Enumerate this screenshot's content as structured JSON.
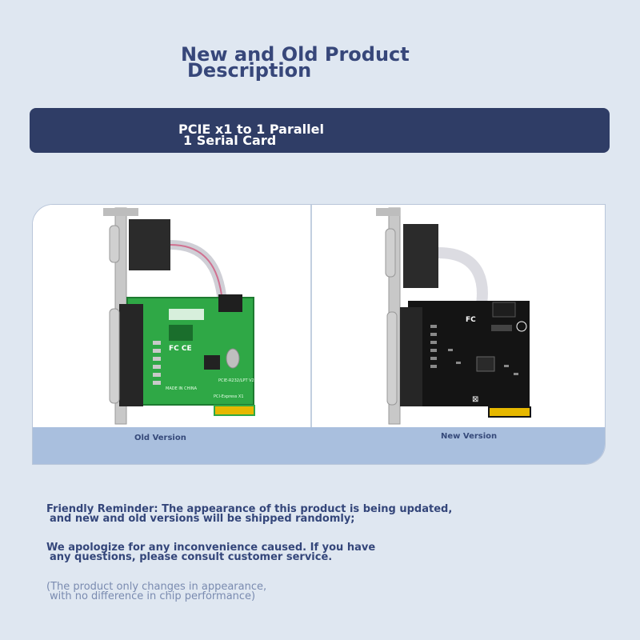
{
  "title": {
    "line1": "New and Old Product",
    "line2": "Description"
  },
  "banner": {
    "line1": "PCIE x1 to 1 Parallel",
    "line2": "1 Serial Card"
  },
  "comparison": {
    "old_caption": "Old Version",
    "new_caption": "New Version",
    "old_card_labels": {
      "model": "PCIE-R232/LPT V2",
      "made_in": "MADE IN CHINA",
      "bus": "PCI-Express X1"
    }
  },
  "notes": [
    {
      "line1": "Friendly Reminder: The appearance of this product is being updated,",
      "line2": "and new and old versions will be shipped randomly;"
    },
    {
      "line1": "We apologize for any inconvenience caused. If you have",
      "line2": "any questions, please consult customer service."
    },
    {
      "line1": "(The product only changes in appearance,",
      "line2": "with no difference in chip performance)"
    }
  ],
  "colors": {
    "banner": "#2f3d66",
    "title": "#37477a",
    "old_pcb": "#2fa846",
    "new_pcb": "#141414",
    "gold": "#e6b800"
  }
}
